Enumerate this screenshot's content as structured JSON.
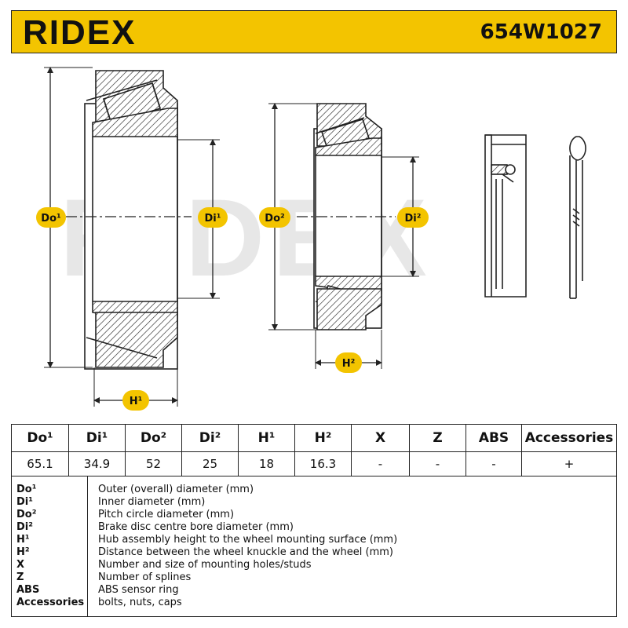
{
  "header": {
    "logo": "RIDEX",
    "part_number": "654W1027",
    "color": "#f3c400"
  },
  "drawing": {
    "watermark": "RIDEX",
    "labels": {
      "do1": "Do¹",
      "di1": "Di¹",
      "do2": "Do²",
      "di2": "Di²",
      "h1": "H¹",
      "h2": "H²"
    },
    "badge_color": "#f3c400"
  },
  "spec_table": {
    "headers": [
      "Do¹",
      "Di¹",
      "Do²",
      "Di²",
      "H¹",
      "H²",
      "X",
      "Z",
      "ABS",
      "Accessories"
    ],
    "values": [
      "65.1",
      "34.9",
      "52",
      "25",
      "18",
      "16.3",
      "-",
      "-",
      "-",
      "+"
    ]
  },
  "legend": [
    {
      "key": "Do¹",
      "desc": "Outer (overall) diameter (mm)"
    },
    {
      "key": "Di¹",
      "desc": "Inner diameter (mm)"
    },
    {
      "key": "Do²",
      "desc": "Pitch circle diameter (mm)"
    },
    {
      "key": "Di²",
      "desc": "Brake disc centre bore diameter (mm)"
    },
    {
      "key": "H¹",
      "desc": "Hub assembly height to the wheel mounting surface (mm)"
    },
    {
      "key": "H²",
      "desc": "Distance between the wheel knuckle and the wheel (mm)"
    },
    {
      "key": "X",
      "desc": "Number and size of mounting holes/studs"
    },
    {
      "key": "Z",
      "desc": "Number of splines"
    },
    {
      "key": "ABS",
      "desc": "ABS sensor ring"
    },
    {
      "key": "Accessories",
      "desc": "bolts, nuts, caps"
    }
  ]
}
